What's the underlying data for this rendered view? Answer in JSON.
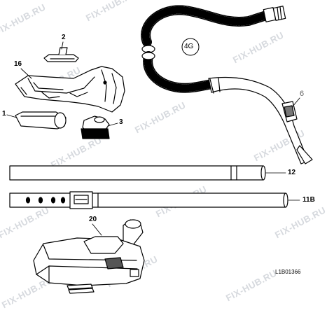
{
  "watermark": "FIX-HUB.RU",
  "hose_group_label": "4G",
  "callouts": {
    "p1": "1",
    "p2": "2",
    "p3": "3",
    "p6": "6",
    "p12": "12",
    "p11b": "11B",
    "p16": "16",
    "p20": "20"
  },
  "drawing_ref": "L1B01366",
  "colors": {
    "ink": "#000000",
    "watermark": "#c9cdd3",
    "shade": "#555555"
  }
}
